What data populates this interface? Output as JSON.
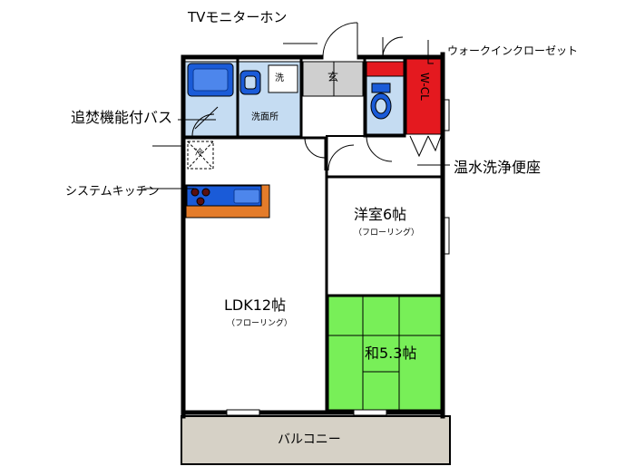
{
  "labels": {
    "tv_monitor_phone": "TVモニターホン",
    "walk_in_closet": "ウォークインクローゼット",
    "reheating_bath": "追焚機能付バス",
    "system_kitchen": "システムキッチン",
    "warm_water_toilet": "温水洗浄便座"
  },
  "rooms": {
    "western": {
      "name": "洋室6帖",
      "floor": "（フローリング）"
    },
    "ldk": {
      "name": "LDK12帖",
      "floor": "（フローリング）"
    },
    "japanese": {
      "name": "和5.3帖"
    },
    "balcony": {
      "name": "バルコニー"
    },
    "washroom": {
      "name": "洗面所"
    },
    "wash": {
      "name": "洗"
    },
    "entrance": {
      "name": "玄"
    },
    "wcl": {
      "name": "W-CL"
    },
    "fridge": {
      "name": "冷"
    }
  },
  "colors": {
    "wall": "#000000",
    "bath_blue": "#1a5bd8",
    "light_blue": "#c5dcf2",
    "tatami_green": "#78ef58",
    "closet_red": "#e4191f",
    "balcony_tan": "#d6d1c6",
    "counter_orange": "#e47c2a",
    "entry_gray": "#cfcfcf"
  }
}
